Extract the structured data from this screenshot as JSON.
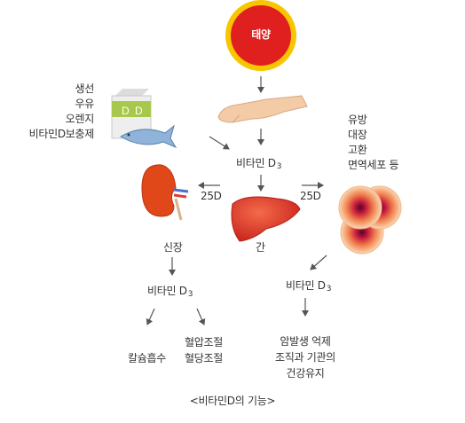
{
  "sun": {
    "label": "태양"
  },
  "sources": [
    "생선",
    "우유",
    "오렌지",
    "비타민D보충제"
  ],
  "carton_letters": [
    "D",
    "D"
  ],
  "targets": [
    "유방",
    "대장",
    "고환",
    "면역세포 등"
  ],
  "center_vitamin": {
    "base": "비타민 D",
    "sub": "3"
  },
  "label_25d_left": "25D",
  "label_25d_right": "25D",
  "kidney_label": "신장",
  "liver_label": "간",
  "kidney_vitamin": {
    "base": "비타민 D",
    "sub": "3"
  },
  "cell_vitamin": {
    "base": "비타민 D",
    "sub": "3"
  },
  "effects_kidney_left": "칼슘흡수",
  "effects_kidney_right": [
    "혈압조절",
    "혈당조절"
  ],
  "effects_cell": [
    "암발생 억제",
    "조직과 기관의",
    "건강유지"
  ],
  "caption": "<비타민D의 기능>"
}
